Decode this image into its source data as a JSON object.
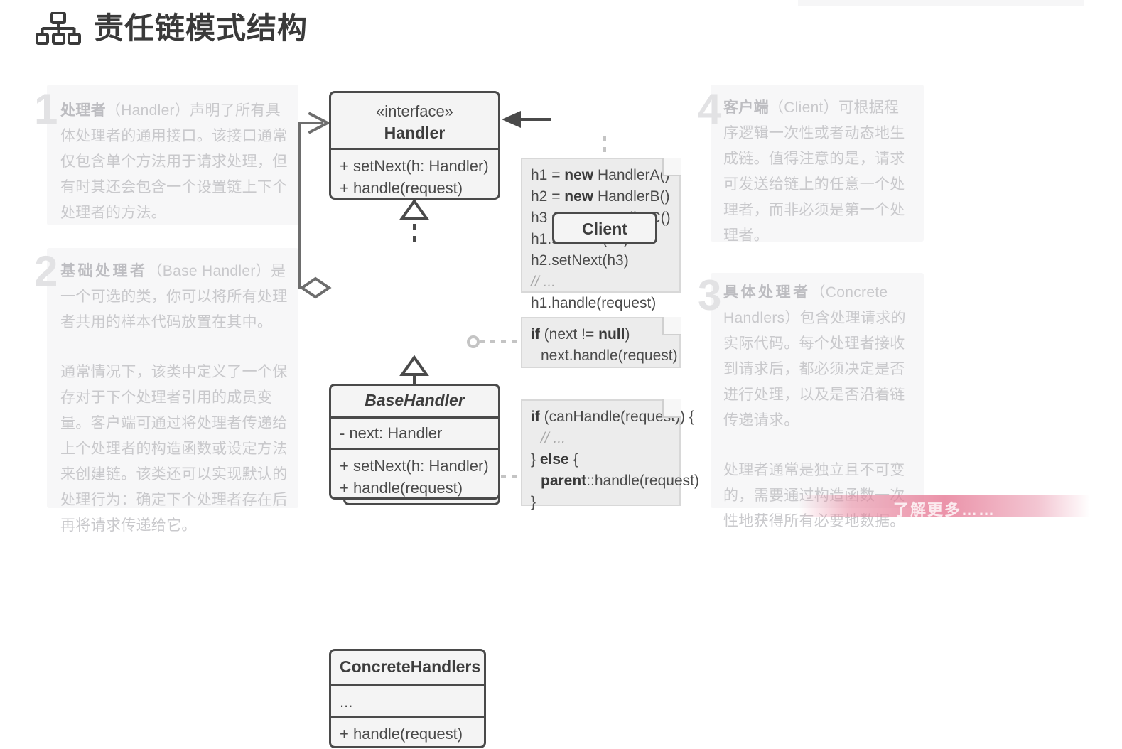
{
  "header": {
    "title": "责任链模式结构",
    "icon": "hierarchy-icon"
  },
  "colors": {
    "ink": "#4a4a4a",
    "class_fill": "#f4f4f4",
    "note_fill": "#ececec",
    "sidenote_fill": "#f7f7f8",
    "sidenote_text": "#c9c9cc",
    "number_color": "#e2e2e4",
    "watermark_pink": "#e46e8c"
  },
  "side_notes": [
    {
      "number": "1",
      "term": "处理者",
      "paragraphs": [
        "处理者（Handler）声明了所有具体处理者的通用接口。该接口通常仅包含单个方法用于请求处理，但有时其还会包含一个设置链上下个处理者的方法。"
      ]
    },
    {
      "number": "2",
      "term": "基础处理者",
      "paragraphs": [
        "基础处理者（Base Handler）是一个可选的类，你可以将所有处理者共用的样本代码放置在其中。",
        "通常情况下，该类中定义了一个保存对于下个处理者引用的成员变量。客户端可通过将处理者传递给上个处理者的构造函数或设定方法来创建链。该类还可以实现默认的处理行为：确定下个处理者存在后再将请求传递给它。"
      ]
    },
    {
      "number": "4",
      "term": "客户端",
      "paragraphs": [
        "客户端（Client）可根据程序逻辑一次性或者动态地生成链。值得注意的是，请求可发送给链上的任意一个处理者，而非必须是第一个处理者。"
      ]
    },
    {
      "number": "3",
      "term": "具体处理者",
      "paragraphs": [
        "具体处理者（Concrete Handlers）包含处理请求的实际代码。每个处理者接收到请求后，都必须决定是否进行处理，以及是否沿着链传递请求。",
        "处理者通常是独立且不可变的，需要通过构造函数一次性地获得所有必要地数据。"
      ]
    }
  ],
  "diagram": {
    "classes": [
      {
        "id": "handler",
        "stereotype": "«interface»",
        "name": "Handler",
        "members": [
          "+ setNext(h: Handler)",
          "+ handle(request)"
        ]
      },
      {
        "id": "basehandler",
        "name": "BaseHandler",
        "abstract": true,
        "fields": [
          "- next: Handler"
        ],
        "members": [
          "+ setNext(h: Handler)",
          "+ handle(request)"
        ]
      },
      {
        "id": "concretehandlers",
        "name": "ConcreteHandlers",
        "fields": [
          "..."
        ],
        "members": [
          "+ handle(request)"
        ]
      },
      {
        "id": "client",
        "name": "Client"
      }
    ],
    "notes": [
      {
        "id": "client-code",
        "lines": [
          {
            "pre": "h1 = ",
            "kw": "new",
            "post": " HandlerA()"
          },
          {
            "pre": "h2 = ",
            "kw": "new",
            "post": " HandlerB()"
          },
          {
            "pre": "h3 = ",
            "kw": "new",
            "post": " HandlerC()"
          },
          {
            "pre": "h1.setNext(h2)",
            "kw": "",
            "post": ""
          },
          {
            "pre": "h2.setNext(h3)",
            "kw": "",
            "post": ""
          },
          {
            "pre": "",
            "kw": "",
            "post": "",
            "comment": "// ..."
          },
          {
            "pre": "h1.handle(request)",
            "kw": "",
            "post": ""
          }
        ]
      },
      {
        "id": "basehandler-code",
        "lines": [
          {
            "pre": "",
            "kw": "if",
            "post": " (next != ",
            "kw2": "null",
            "post2": ")"
          },
          {
            "pre": "  next.handle(request)",
            "kw": "",
            "post": ""
          }
        ]
      },
      {
        "id": "concretehandler-code",
        "lines": [
          {
            "pre": "",
            "kw": "if",
            "post": " (canHandle(request)) {"
          },
          {
            "pre": "",
            "kw": "",
            "post": "",
            "comment": "// ..."
          },
          {
            "pre": "} ",
            "kw": "else",
            "post": " {"
          },
          {
            "pre": "  ",
            "kw": "parent",
            "post": "::handle(request)"
          },
          {
            "pre": "}",
            "kw": "",
            "post": ""
          }
        ]
      }
    ],
    "relations": [
      {
        "from": "client",
        "to": "handler",
        "type": "dependency-arrow"
      },
      {
        "from": "basehandler",
        "to": "handler",
        "type": "aggregation"
      },
      {
        "from": "basehandler",
        "to": "handler",
        "type": "realization"
      },
      {
        "from": "concretehandlers",
        "to": "basehandler",
        "type": "inheritance"
      }
    ]
  },
  "watermark": {
    "text": "了解更多……"
  }
}
